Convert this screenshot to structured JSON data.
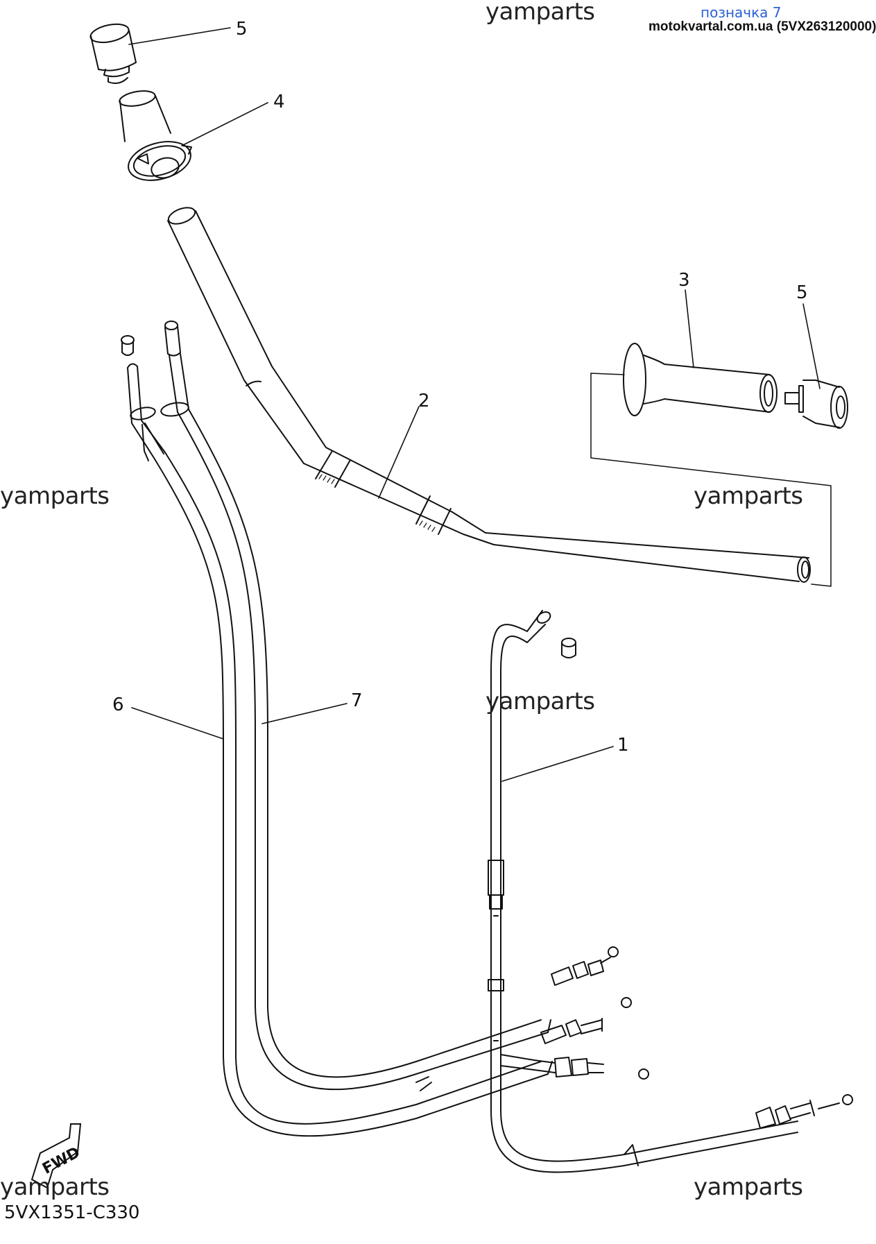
{
  "header": {
    "label_link": "позначка 7",
    "source": "motokvartal.com.ua (5VX263120000)"
  },
  "watermarks": [
    "yamparts",
    "yamparts",
    "yamparts",
    "yamparts",
    "yamparts",
    "yamparts"
  ],
  "callouts": [
    "5",
    "4",
    "3",
    "5",
    "2",
    "6",
    "7",
    "1"
  ],
  "fwd_badge": "FWD",
  "diagram_code": "5VX1351-C330"
}
